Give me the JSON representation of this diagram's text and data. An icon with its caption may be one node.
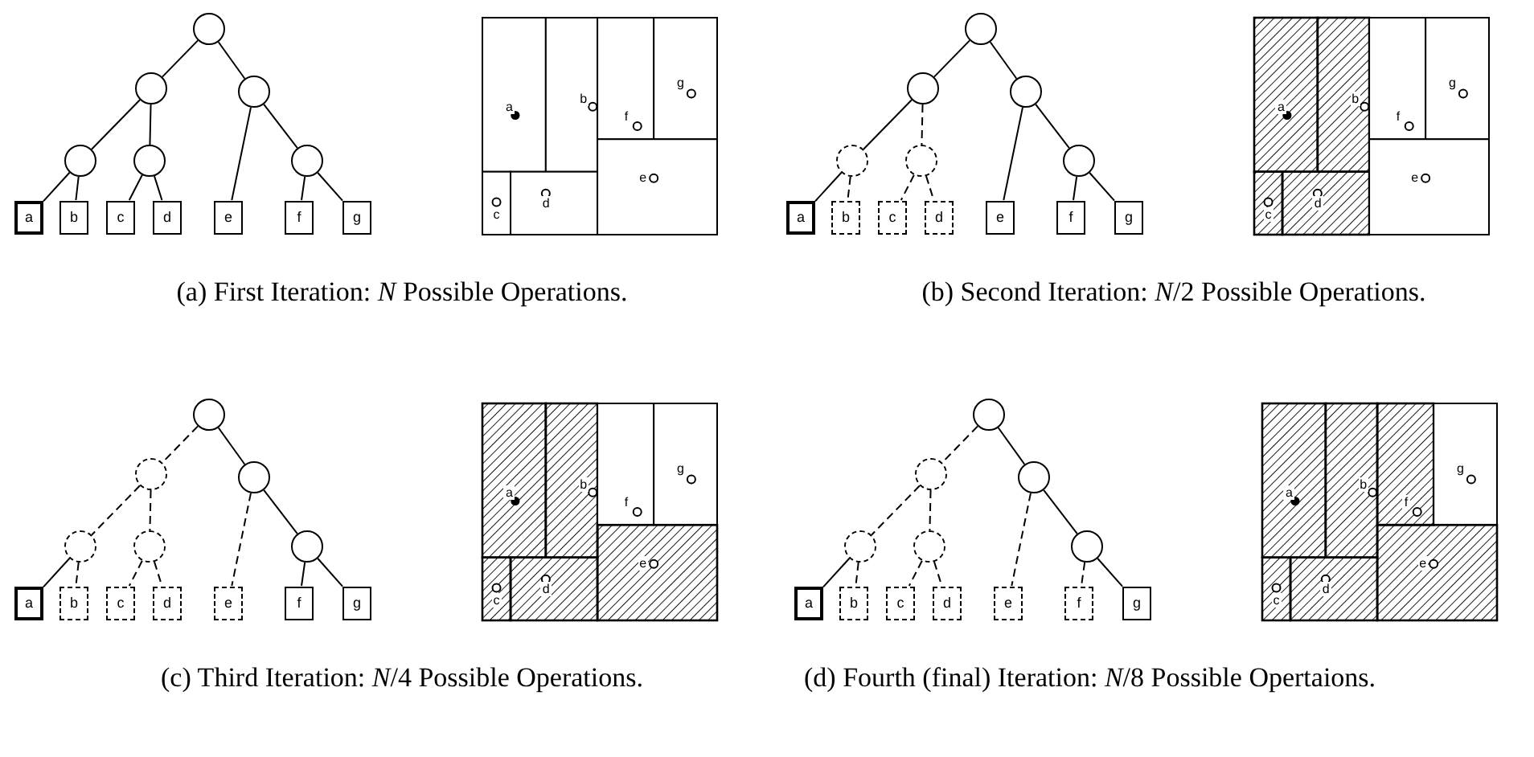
{
  "diagram": {
    "nodes": [
      {
        "text": [],
        "shape": "circle"
      },
      {
        "text": [],
        "shape": "circle"
      },
      {
        "text": [],
        "shape": "circle"
      },
      {
        "text": [],
        "shape": "circle"
      },
      {
        "text": [],
        "shape": "circle"
      },
      {
        "text": [],
        "shape": "circle"
      },
      {
        "text": [
          "a"
        ]
      },
      {
        "text": [
          "b"
        ]
      },
      {
        "text": [
          "c"
        ]
      },
      {
        "text": [
          "d"
        ]
      },
      {
        "text": [
          "e"
        ]
      },
      {
        "text": [
          "f"
        ]
      },
      {
        "text": [
          "g"
        ]
      },
      {
        "text": [],
        "shape": "circle"
      },
      {
        "text": [],
        "shape": "circle"
      },
      {
        "text": [],
        "shape": "circle"
      },
      {
        "text": [],
        "shape": "circle"
      },
      {
        "text": [],
        "shape": "circle"
      },
      {
        "text": [],
        "shape": "circle"
      },
      {
        "text": [
          "a"
        ]
      },
      {
        "text": [
          "b"
        ]
      },
      {
        "text": [
          "c"
        ]
      },
      {
        "text": [
          "d"
        ]
      },
      {
        "text": [
          "e"
        ]
      },
      {
        "text": [
          "f"
        ]
      },
      {
        "text": [
          "g"
        ]
      },
      {
        "text": [],
        "shape": "circle"
      },
      {
        "text": [],
        "shape": "circle"
      },
      {
        "text": [],
        "shape": "circle"
      },
      {
        "text": [],
        "shape": "circle"
      },
      {
        "text": [],
        "shape": "circle"
      },
      {
        "text": [],
        "shape": "circle"
      },
      {
        "text": [
          "a"
        ]
      },
      {
        "text": [
          "b"
        ]
      },
      {
        "text": [
          "c"
        ]
      },
      {
        "text": [
          "d"
        ]
      },
      {
        "text": [
          "e"
        ]
      },
      {
        "text": [
          "f"
        ]
      },
      {
        "text": [
          "g"
        ]
      },
      {
        "text": [],
        "shape": "circle"
      },
      {
        "text": [],
        "shape": "circle"
      },
      {
        "text": [],
        "shape": "circle"
      },
      {
        "text": [],
        "shape": "circle"
      },
      {
        "text": [],
        "shape": "circle"
      },
      {
        "text": [],
        "shape": "circle"
      },
      {
        "text": [
          "a"
        ]
      },
      {
        "text": [
          "b"
        ]
      },
      {
        "text": [
          "c"
        ]
      },
      {
        "text": [
          "d"
        ]
      },
      {
        "text": [
          "e"
        ]
      },
      {
        "text": [
          "f"
        ]
      },
      {
        "text": [
          "g"
        ]
      }
    ],
    "edges": [
      {
        "from": 0,
        "to": 1,
        "arrow": "none"
      },
      {
        "from": 0,
        "to": 2,
        "arrow": "none"
      },
      {
        "from": 1,
        "to": 3,
        "arrow": "none"
      },
      {
        "from": 1,
        "to": 4,
        "arrow": "none"
      },
      {
        "from": 2,
        "to": 10,
        "arrow": "none"
      },
      {
        "from": 2,
        "to": 5,
        "arrow": "none"
      },
      {
        "from": 3,
        "to": 6,
        "arrow": "none"
      },
      {
        "from": 3,
        "to": 7,
        "arrow": "none"
      },
      {
        "from": 4,
        "to": 8,
        "arrow": "none"
      },
      {
        "from": 4,
        "to": 9,
        "arrow": "none"
      },
      {
        "from": 5,
        "to": 11,
        "arrow": "none"
      },
      {
        "from": 5,
        "to": 12,
        "arrow": "none"
      },
      {
        "from": 13,
        "to": 14,
        "arrow": "none"
      },
      {
        "from": 13,
        "to": 15,
        "arrow": "none"
      },
      {
        "from": 14,
        "to": 16,
        "arrow": "none"
      },
      {
        "from": 14,
        "to": 17,
        "arrow": "none",
        "style": "dashed"
      },
      {
        "from": 15,
        "to": 23,
        "arrow": "none"
      },
      {
        "from": 15,
        "to": 18,
        "arrow": "none"
      },
      {
        "from": 16,
        "to": 19,
        "arrow": "none"
      },
      {
        "from": 16,
        "to": 20,
        "arrow": "none",
        "style": "dashed"
      },
      {
        "from": 17,
        "to": 21,
        "arrow": "none",
        "style": "dashed"
      },
      {
        "from": 17,
        "to": 22,
        "arrow": "none",
        "style": "dashed"
      },
      {
        "from": 18,
        "to": 24,
        "arrow": "none"
      },
      {
        "from": 18,
        "to": 25,
        "arrow": "none"
      },
      {
        "from": 26,
        "to": 27,
        "arrow": "none",
        "style": "dashed"
      },
      {
        "from": 26,
        "to": 28,
        "arrow": "none"
      },
      {
        "from": 27,
        "to": 29,
        "arrow": "none",
        "style": "dashed"
      },
      {
        "from": 27,
        "to": 30,
        "arrow": "none",
        "style": "dashed"
      },
      {
        "from": 28,
        "to": 36,
        "arrow": "none",
        "style": "dashed"
      },
      {
        "from": 28,
        "to": 31,
        "arrow": "none"
      },
      {
        "from": 29,
        "to": 32,
        "arrow": "none"
      },
      {
        "from": 29,
        "to": 33,
        "arrow": "none",
        "style": "dashed"
      },
      {
        "from": 30,
        "to": 34,
        "arrow": "none",
        "style": "dashed"
      },
      {
        "from": 30,
        "to": 35,
        "arrow": "none",
        "style": "dashed"
      },
      {
        "from": 31,
        "to": 37,
        "arrow": "none"
      },
      {
        "from": 31,
        "to": 38,
        "arrow": "none"
      },
      {
        "from": 39,
        "to": 40,
        "arrow": "none",
        "style": "dashed"
      },
      {
        "from": 39,
        "to": 41,
        "arrow": "none"
      },
      {
        "from": 40,
        "to": 42,
        "arrow": "none",
        "style": "dashed"
      },
      {
        "from": 40,
        "to": 43,
        "arrow": "none",
        "style": "dashed"
      },
      {
        "from": 41,
        "to": 49,
        "arrow": "none",
        "style": "dashed"
      },
      {
        "from": 41,
        "to": 44,
        "arrow": "none"
      },
      {
        "from": 42,
        "to": 45,
        "arrow": "none"
      },
      {
        "from": 42,
        "to": 46,
        "arrow": "none",
        "style": "dashed"
      },
      {
        "from": 43,
        "to": 47,
        "arrow": "none",
        "style": "dashed"
      },
      {
        "from": 43,
        "to": 48,
        "arrow": "none",
        "style": "dashed"
      },
      {
        "from": 44,
        "to": 50,
        "arrow": "none",
        "style": "dashed"
      },
      {
        "from": 44,
        "to": 51,
        "arrow": "none"
      }
    ],
    "labels": [
      "a",
      "b",
      "f",
      "g",
      "c",
      "d",
      "e",
      "(a) First Iteration: *N* Possible Operations.",
      "a",
      "b",
      "f",
      "g",
      "c",
      "d",
      "e",
      "(b) Second Iteration: *N*/2 Possible Operations.",
      "a",
      "b",
      "f",
      "g",
      "c",
      "d",
      "e",
      "(c) Third Iteration: *N*/4 Possible Operations.",
      "a",
      "b",
      "f",
      "g",
      "c",
      "d",
      "e",
      "(d) Fourth (final) Iteration: *N*/8 Possible Opertaions."
    ]
  }
}
